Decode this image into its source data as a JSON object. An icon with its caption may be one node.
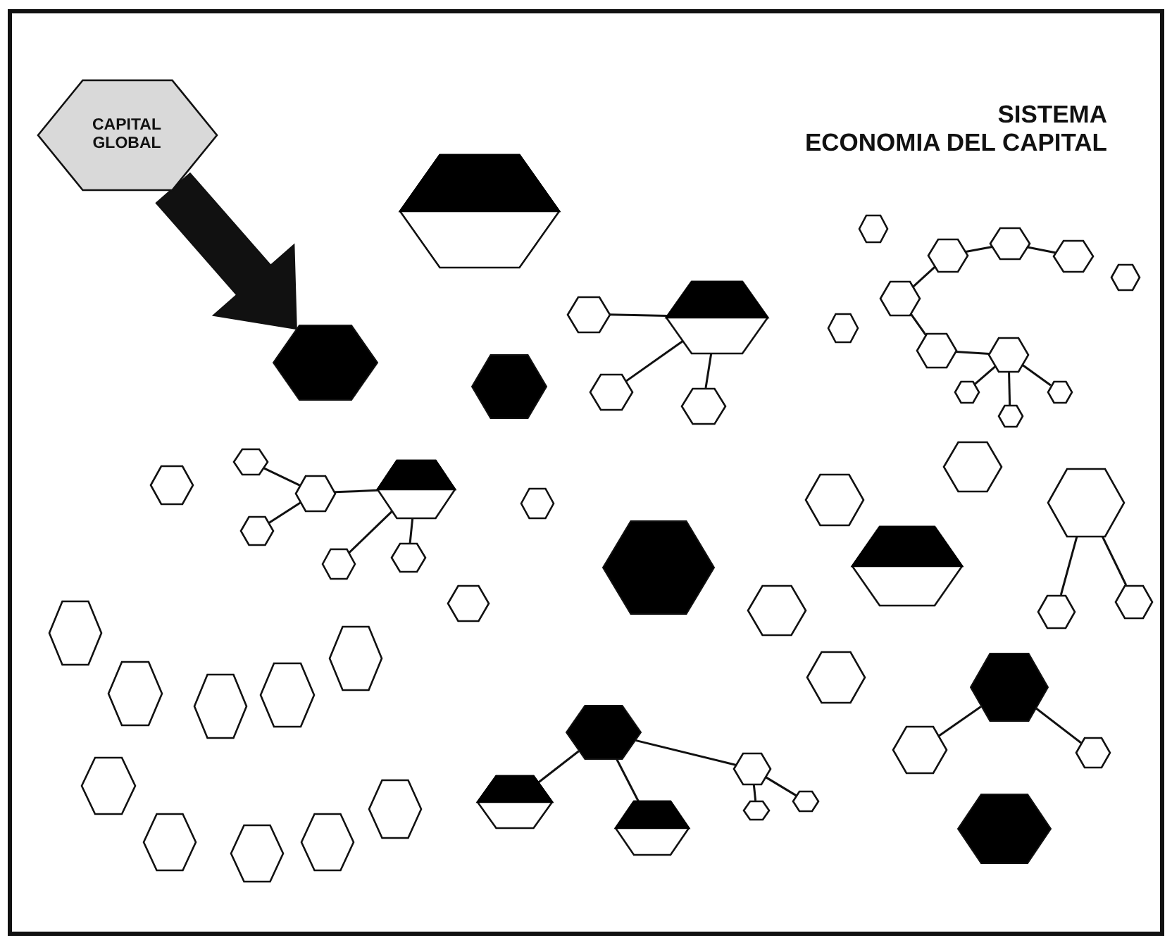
{
  "diagram": {
    "title": "SISTEMA ECONOMIA DEL CAPITAL",
    "nodes": [
      {
        "text": [
          "CAPITAL GLOBAL"
        ]
      },
      {
        "text": [],
        "shape": "hexagon"
      },
      {
        "text": [],
        "shape": "hexagon"
      },
      {
        "text": [],
        "shape": "hexagon"
      },
      {
        "text": [],
        "shape": "hexagon"
      },
      {
        "text": [],
        "shape": "hexagon"
      },
      {
        "text": [],
        "shape": "hexagon"
      },
      {
        "text": [],
        "shape": "hexagon"
      },
      {
        "text": [],
        "shape": "hexagon"
      },
      {
        "text": [],
        "shape": "hexagon"
      },
      {
        "text": [],
        "shape": "hexagon"
      },
      {
        "text": [],
        "shape": "hexagon"
      },
      {
        "text": [],
        "shape": "hexagon"
      },
      {
        "text": [],
        "shape": "hexagon"
      },
      {
        "text": [],
        "shape": "hexagon"
      },
      {
        "text": [],
        "shape": "hexagon"
      },
      {
        "text": [],
        "shape": "hexagon"
      },
      {
        "text": [],
        "shape": "hexagon"
      },
      {
        "text": [],
        "shape": "hexagon"
      },
      {
        "text": [],
        "shape": "hexagon"
      },
      {
        "text": [],
        "shape": "hexagon"
      },
      {
        "text": [],
        "shape": "hexagon"
      },
      {
        "text": [],
        "shape": "hexagon"
      },
      {
        "text": [],
        "shape": "hexagon"
      },
      {
        "text": [],
        "shape": "hexagon"
      },
      {
        "text": [],
        "shape": "hexagon"
      },
      {
        "text": [],
        "shape": "hexagon"
      },
      {
        "text": [],
        "shape": "hexagon"
      },
      {
        "text": [],
        "shape": "hexagon"
      },
      {
        "text": [],
        "shape": "hexagon"
      },
      {
        "text": [],
        "shape": "hexagon"
      },
      {
        "text": [],
        "shape": "hexagon"
      },
      {
        "text": [],
        "shape": "hexagon"
      },
      {
        "text": [],
        "shape": "hexagon"
      },
      {
        "text": [],
        "shape": "hexagon"
      },
      {
        "text": [],
        "shape": "hexagon"
      },
      {
        "text": [],
        "shape": "hexagon"
      },
      {
        "text": [],
        "shape": "hexagon"
      },
      {
        "text": [],
        "shape": "hexagon"
      },
      {
        "text": [],
        "shape": "hexagon"
      },
      {
        "text": [],
        "shape": "hexagon"
      },
      {
        "text": [],
        "shape": "hexagon"
      },
      {
        "text": [],
        "shape": "hexagon"
      },
      {
        "text": [],
        "shape": "hexagon"
      },
      {
        "text": [],
        "shape": "hexagon"
      },
      {
        "text": [],
        "shape": "hexagon"
      },
      {
        "text": [],
        "shape": "hexagon"
      },
      {
        "text": [],
        "shape": "hexagon"
      },
      {
        "text": [],
        "shape": "hexagon"
      },
      {
        "text": [],
        "shape": "hexagon"
      },
      {
        "text": [],
        "shape": "hexagon"
      },
      {
        "text": [],
        "shape": "hexagon"
      },
      {
        "text": [],
        "shape": "hexagon"
      },
      {
        "text": [],
        "shape": "hexagon"
      },
      {
        "text": [],
        "shape": "hexagon"
      },
      {
        "text": [],
        "shape": "hexagon"
      },
      {
        "text": [],
        "shape": "hexagon"
      },
      {
        "text": [],
        "shape": "hexagon"
      }
    ],
    "edges": [
      {
        "from": 0,
        "to": 8,
        "arrow": "to",
        "style": "thick"
      },
      {
        "from": 3,
        "to": 4,
        "arrow": "none"
      },
      {
        "from": 4,
        "to": 5,
        "arrow": "none"
      },
      {
        "from": 3,
        "to": 7,
        "arrow": "none"
      },
      {
        "from": 7,
        "to": 13,
        "arrow": "none"
      },
      {
        "from": 13,
        "to": 14,
        "arrow": "none"
      },
      {
        "from": 14,
        "to": 17,
        "arrow": "none"
      },
      {
        "from": 14,
        "to": 18,
        "arrow": "none"
      },
      {
        "from": 14,
        "to": 19,
        "arrow": "none"
      },
      {
        "from": 9,
        "to": 10,
        "arrow": "none"
      },
      {
        "from": 10,
        "to": 15,
        "arrow": "none"
      },
      {
        "from": 10,
        "to": 16,
        "arrow": "none"
      },
      {
        "from": 21,
        "to": 23,
        "arrow": "none"
      },
      {
        "from": 28,
        "to": 23,
        "arrow": "none"
      },
      {
        "from": 23,
        "to": 24,
        "arrow": "none"
      },
      {
        "from": 24,
        "to": 29,
        "arrow": "none"
      },
      {
        "from": 24,
        "to": 30,
        "arrow": "none"
      },
      {
        "from": 27,
        "to": 35,
        "arrow": "none"
      },
      {
        "from": 27,
        "to": 36,
        "arrow": "none"
      },
      {
        "from": 43,
        "to": 46,
        "arrow": "none"
      },
      {
        "from": 43,
        "to": 48,
        "arrow": "none"
      },
      {
        "from": 44,
        "to": 50,
        "arrow": "none"
      },
      {
        "from": 44,
        "to": 51,
        "arrow": "none"
      },
      {
        "from": 44,
        "to": 47,
        "arrow": "none"
      },
      {
        "from": 47,
        "to": 52,
        "arrow": "none"
      },
      {
        "from": 47,
        "to": 53,
        "arrow": "none"
      }
    ]
  }
}
